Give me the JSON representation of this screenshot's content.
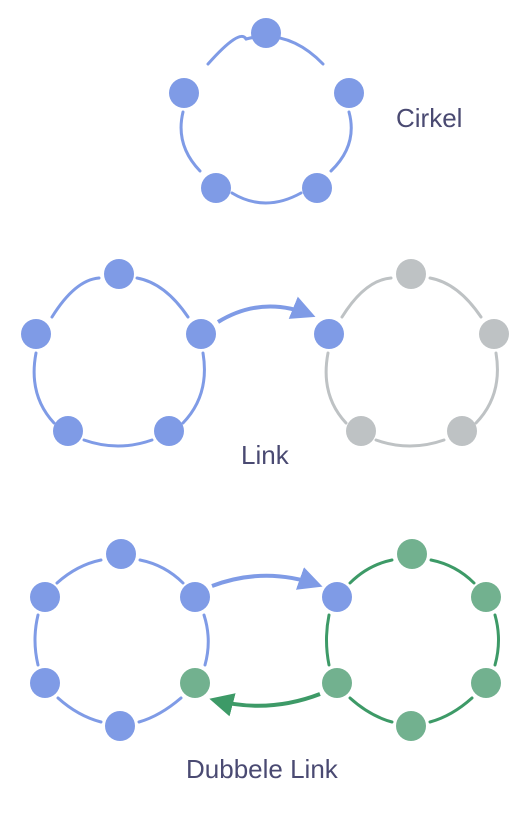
{
  "labels": {
    "circle": "Cirkel",
    "link": "Link",
    "double_link": "Dubbele Link"
  },
  "colors": {
    "blue": "#7f9be6",
    "blue_line": "#7f9be6",
    "gray": "#bec2c4",
    "gray_line": "#bec2c4",
    "green_node": "#72b18f",
    "green_line": "#3d9a67",
    "label": "#4a4a72",
    "background": "#ffffff"
  },
  "diagrams": [
    {
      "name": "circle",
      "rings": [
        "blue"
      ]
    },
    {
      "name": "link",
      "rings": [
        "blue",
        "gray"
      ],
      "arrows": [
        "blue-to-gray"
      ]
    },
    {
      "name": "double_link",
      "rings": [
        "blue",
        "green"
      ],
      "arrows": [
        "blue-to-green",
        "green-to-blue"
      ]
    }
  ]
}
